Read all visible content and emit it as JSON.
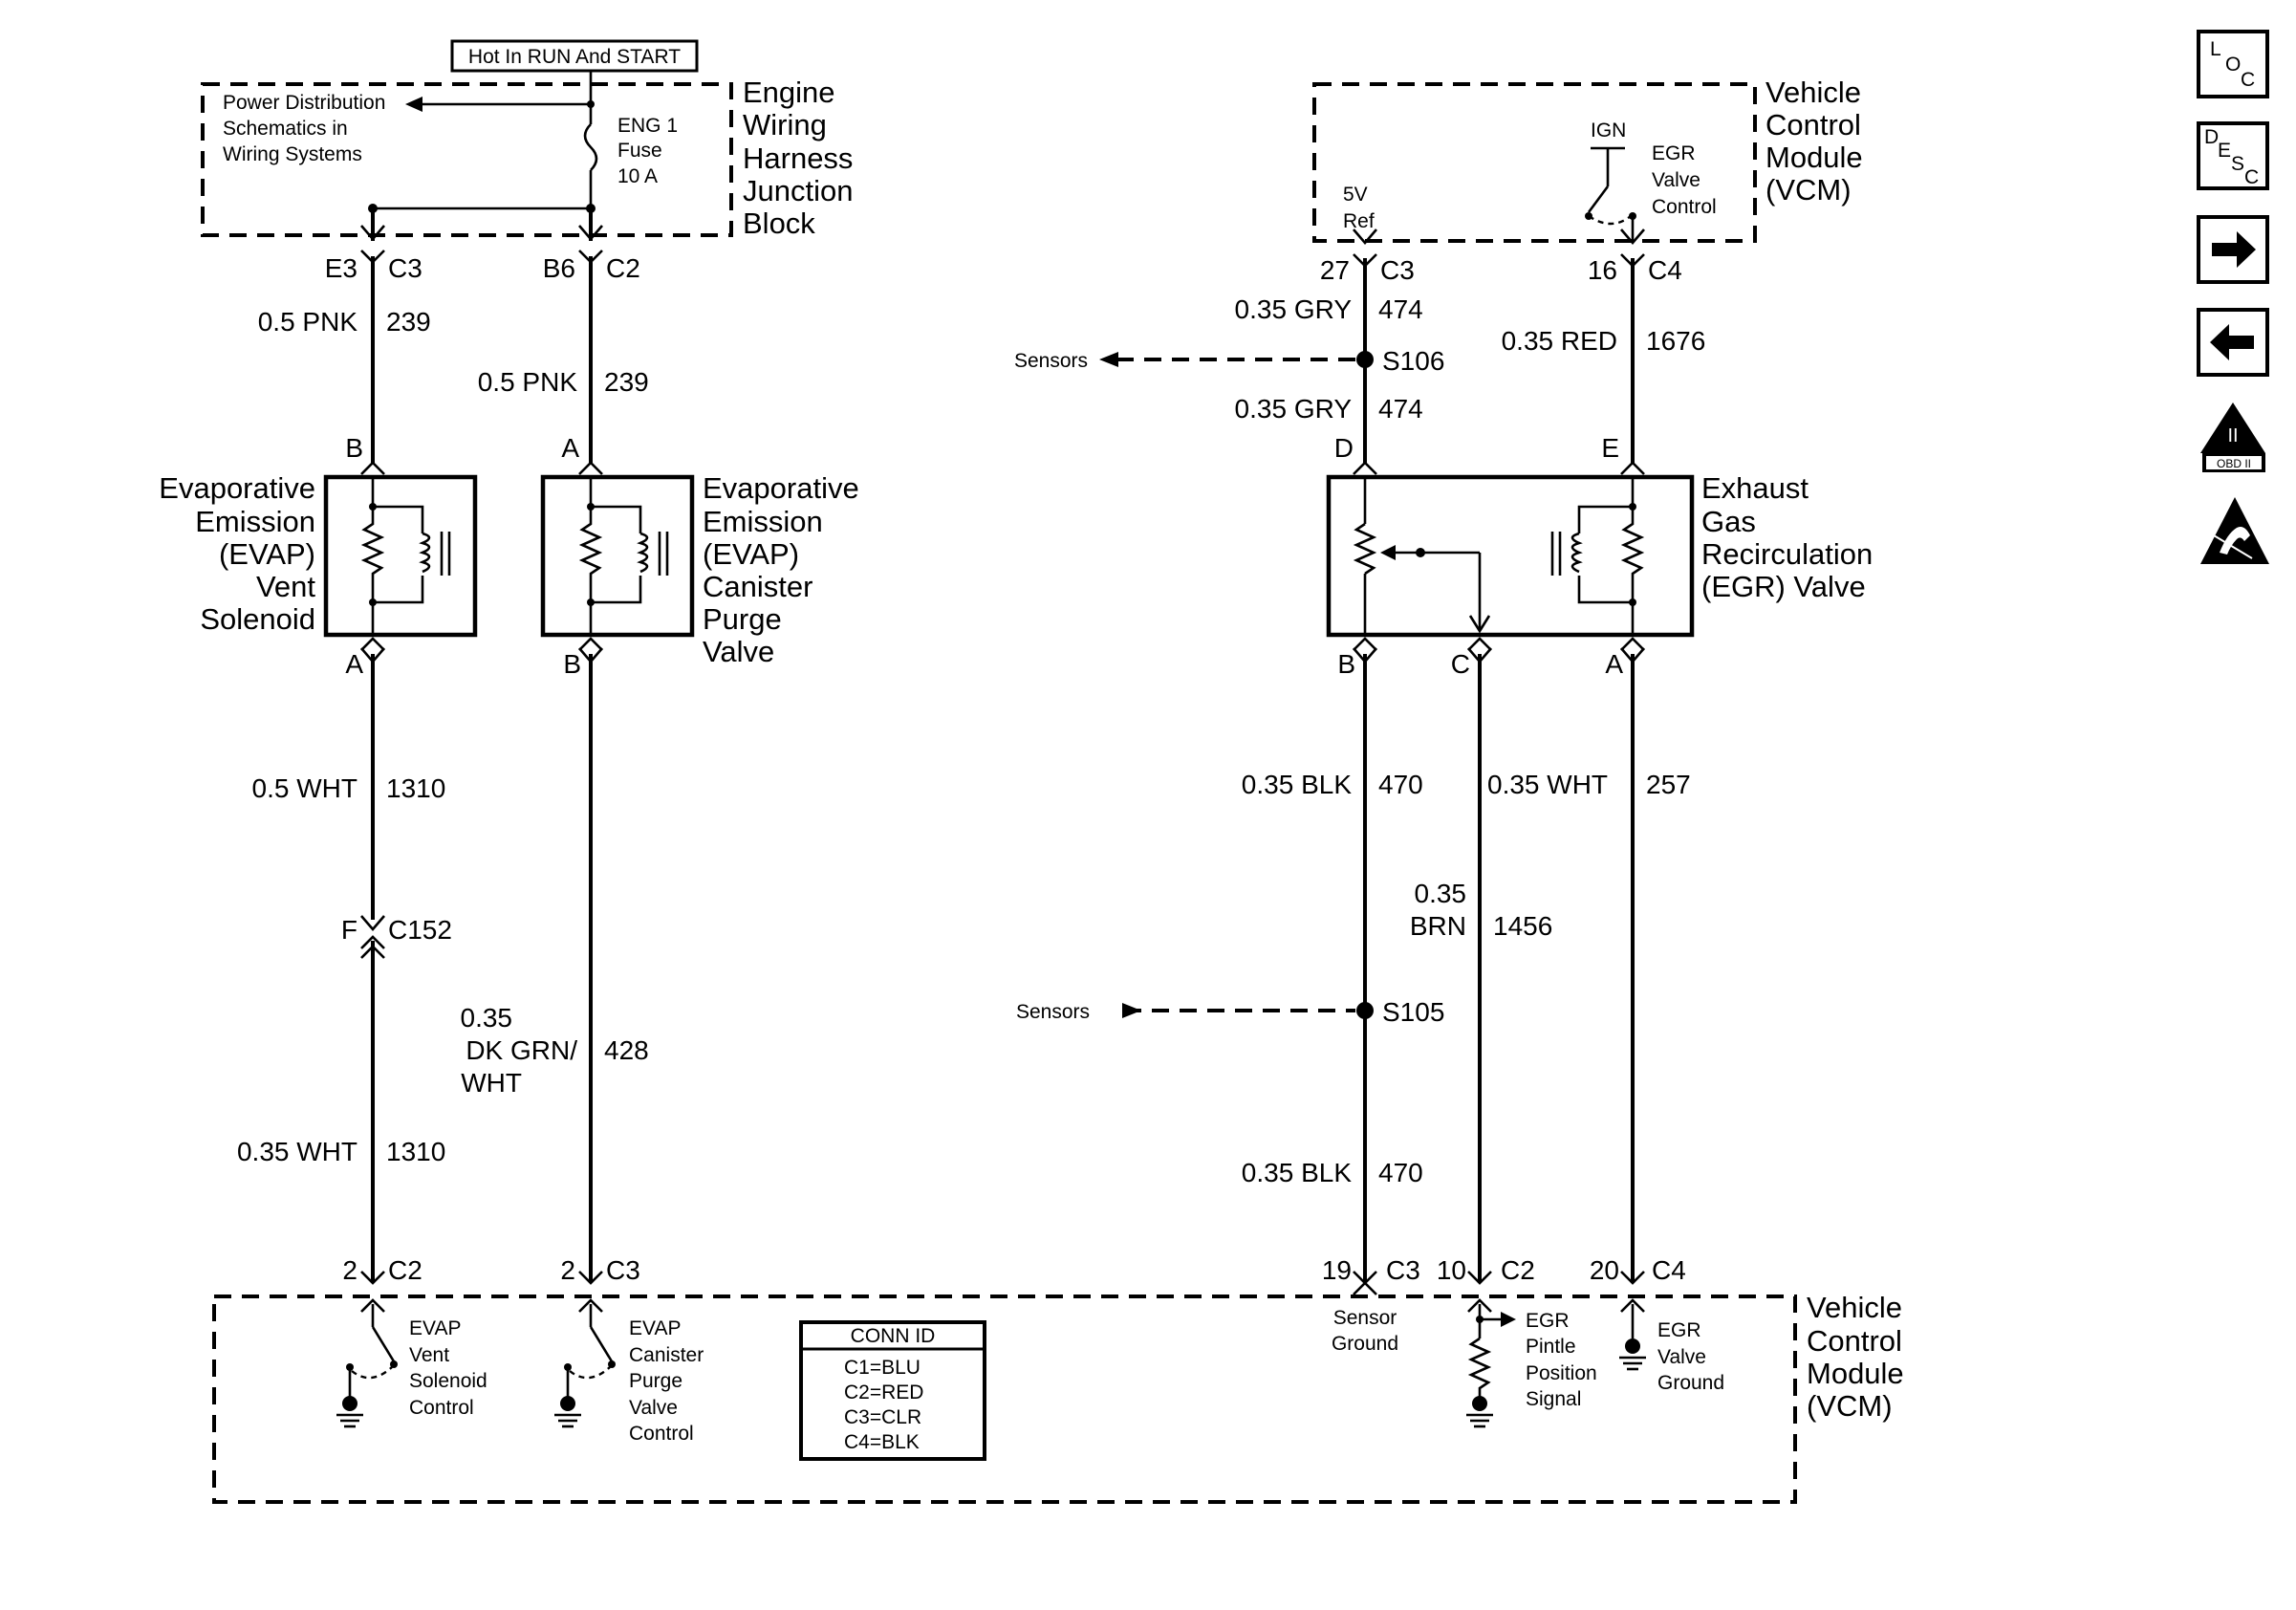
{
  "top_label": "Hot In RUN And START",
  "junction_block": {
    "title": [
      "Engine",
      "Wiring",
      "Harness",
      "Junction",
      "Block"
    ],
    "power_note": [
      "Power Distribution",
      "Schematics in",
      "Wiring Systems"
    ],
    "fuse": [
      "ENG 1",
      "Fuse",
      "10 A"
    ],
    "pin_left": "E3",
    "conn_left": "C3",
    "pin_right": "B6",
    "conn_right": "C2"
  },
  "vent_circuit": {
    "wire_top": {
      "color": "0.5 PNK",
      "circuit": "239"
    },
    "pin_top": "B",
    "component": [
      "Evaporative",
      "Emission",
      "(EVAP)",
      "Vent",
      "Solenoid"
    ],
    "pin_bottom": "A",
    "wire_mid": {
      "color": "0.5 WHT",
      "circuit": "1310"
    },
    "inline_pin": "F",
    "inline_conn": "C152",
    "wire_low": {
      "color": "0.35 WHT",
      "circuit": "1310"
    },
    "vcm_pin": "2",
    "vcm_conn": "C2",
    "vcm_function": [
      "EVAP",
      "Vent",
      "Solenoid",
      "Control"
    ]
  },
  "purge_circuit": {
    "wire_top": {
      "color": "0.5 PNK",
      "circuit": "239"
    },
    "pin_top": "A",
    "component": [
      "Evaporative",
      "Emission",
      "(EVAP)",
      "Canister",
      "Purge",
      "Valve"
    ],
    "pin_bottom": "B",
    "wire_low": {
      "color": [
        "0.35",
        "DK GRN/",
        "WHT"
      ],
      "circuit": "428"
    },
    "vcm_pin": "2",
    "vcm_conn": "C3",
    "vcm_function": [
      "EVAP",
      "Canister",
      "Purge",
      "Valve",
      "Control"
    ]
  },
  "vcm_top": {
    "title": [
      "Vehicle",
      "Control",
      "Module",
      "(VCM)"
    ],
    "ign": "IGN",
    "egr_control": [
      "EGR",
      "Valve",
      "Control"
    ],
    "ref": [
      "5V",
      "Ref"
    ],
    "pin_ref": "27",
    "conn_ref": "C3",
    "pin_ctl": "16",
    "conn_ctl": "C4"
  },
  "egr_circuit": {
    "wire_ref_1": {
      "color": "0.35 GRY",
      "circuit": "474"
    },
    "splice_top": "S106",
    "sensors_label": "Sensors",
    "wire_ref_2": {
      "color": "0.35 GRY",
      "circuit": "474"
    },
    "wire_ctl": {
      "color": "0.35 RED",
      "circuit": "1676"
    },
    "pin_d": "D",
    "pin_e": "E",
    "component": [
      "Exhaust",
      "Gas",
      "Recirculation",
      "(EGR) Valve"
    ],
    "pin_b": "B",
    "pin_c": "C",
    "pin_a": "A",
    "wire_gnd_1": {
      "color": "0.35 BLK",
      "circuit": "470"
    },
    "wire_sig_1": {
      "color": "0.35 WHT",
      "circuit": ""
    },
    "wire_sig_2": {
      "color": [
        "0.35",
        "BRN"
      ],
      "circuit": "1456"
    },
    "wire_a": {
      "color": "",
      "circuit": "257"
    },
    "splice_low": "S105",
    "wire_gnd_2": {
      "color": "0.35 BLK",
      "circuit": "470"
    },
    "vcm_pin_gnd": "19",
    "vcm_conn_gnd": "C3",
    "vcm_pin_sig": "10",
    "vcm_conn_sig": "C2",
    "vcm_pin_a": "20",
    "vcm_conn_a": "C4",
    "sensor_ground": [
      "Sensor",
      "Ground"
    ],
    "pintle": [
      "EGR",
      "Pintle",
      "Position",
      "Signal"
    ],
    "valve_ground": [
      "EGR",
      "Valve",
      "Ground"
    ]
  },
  "vcm_bottom": {
    "title": [
      "Vehicle",
      "Control",
      "Module",
      "(VCM)"
    ]
  },
  "conn_id": {
    "title": "CONN ID",
    "rows": [
      "C1=BLU",
      "C2=RED",
      "C3=CLR",
      "C4=BLK"
    ]
  },
  "side_nav": {
    "loc": [
      "L",
      "O",
      "C"
    ],
    "desc": [
      "D",
      "E",
      "S",
      "C"
    ],
    "obd": "OBD II",
    "obd_mark": "II"
  }
}
